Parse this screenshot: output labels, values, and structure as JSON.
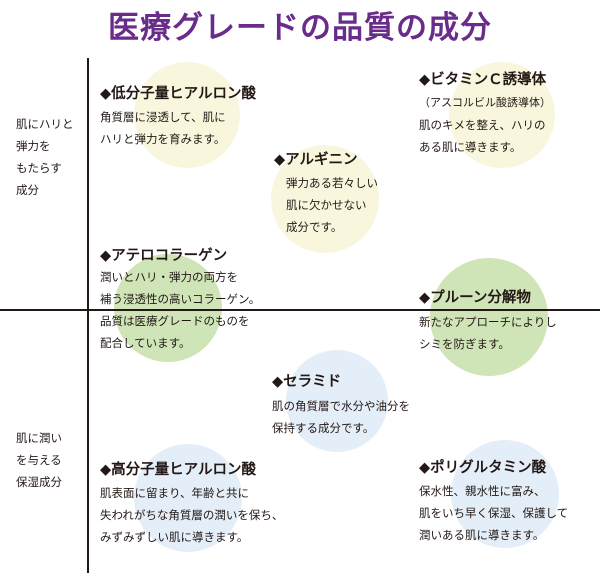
{
  "title": "医療グレードの品質の成分",
  "axis": {
    "top": [
      "肌にハリと",
      "弾力を",
      "もたらす",
      "成分"
    ],
    "bottom": [
      "肌に潤い",
      "を与える",
      "保湿成分"
    ]
  },
  "ingredients": [
    {
      "key": "low-ha",
      "name": "◆低分子量ヒアルロン酸",
      "lines": [
        "角質層に浸透して、肌に",
        "ハリと弾力を育みます。"
      ]
    },
    {
      "key": "vitc",
      "name": "◆ビタミンＣ誘導体",
      "sub": "（アスコルビル酸誘導体）",
      "lines": [
        "肌のキメを整え、ハリの",
        "ある肌に導きます。"
      ]
    },
    {
      "key": "arginine",
      "name": "◆アルギニン",
      "lines": [
        "弾力ある若々しい",
        "肌に欠かせない",
        "成分です。"
      ]
    },
    {
      "key": "atelocollagen",
      "name": "◆アテロコラーゲン",
      "lines": [
        "潤いとハリ・弾力の両方を",
        "補う浸透性の高いコラーゲン。",
        "品質は医療グレードのものを",
        "配合しています。"
      ]
    },
    {
      "key": "prune",
      "name": "◆プルーン分解物",
      "lines": [
        "新たなアプローチによりし",
        "シミを防ぎます。"
      ]
    },
    {
      "key": "ceramide",
      "name": "◆セラミド",
      "lines": [
        "肌の角質層で水分や油分を",
        "保持する成分です。"
      ]
    },
    {
      "key": "high-ha",
      "name": "◆高分子量ヒアルロン酸",
      "lines": [
        "肌表面に留まり、年齢と共に",
        "失われがちな角質層の潤いを保ち、",
        "みずみずしい肌に導きます。"
      ]
    },
    {
      "key": "polyglutamic",
      "name": "◆ポリグルタミン酸",
      "lines": [
        "保水性、親水性に富み、",
        "肌をいち早く保湿、保護して",
        "潤いある肌に導きます。"
      ]
    }
  ]
}
